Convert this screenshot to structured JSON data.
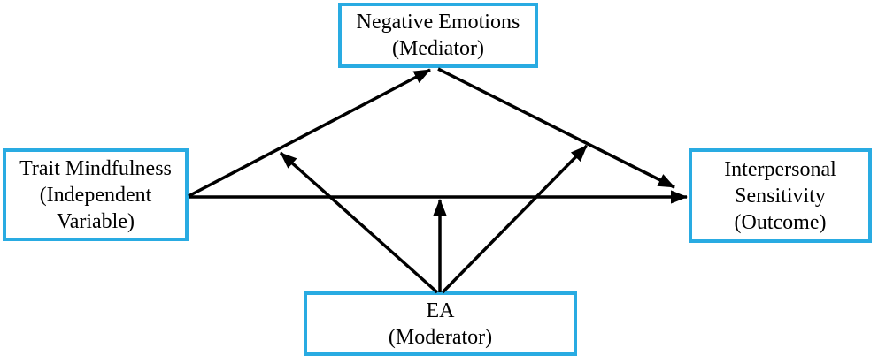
{
  "diagram": {
    "type": "path-model",
    "background_color": "#ffffff",
    "node_border_color": "#29ABE2",
    "arrow_color": "#000000",
    "nodes": [
      {
        "id": "mediator",
        "label": "Negative Emotions",
        "sublabel": "(Mediator)"
      },
      {
        "id": "independent",
        "label": "Trait Mindfulness",
        "sublabel": "(Independent Variable)"
      },
      {
        "id": "outcome",
        "label": "Interpersonal Sensitivity",
        "sublabel": "(Outcome)"
      },
      {
        "id": "moderator",
        "label": "EA",
        "sublabel": "(Moderator)"
      }
    ],
    "edges": [
      {
        "from": "independent",
        "to": "mediator",
        "kind": "direct"
      },
      {
        "from": "mediator",
        "to": "outcome",
        "kind": "direct"
      },
      {
        "from": "independent",
        "to": "outcome",
        "kind": "direct"
      },
      {
        "from": "moderator",
        "to": "path-independent-to-mediator",
        "kind": "moderation"
      },
      {
        "from": "moderator",
        "to": "path-independent-to-outcome",
        "kind": "moderation"
      },
      {
        "from": "moderator",
        "to": "path-mediator-to-outcome",
        "kind": "moderation"
      }
    ]
  }
}
